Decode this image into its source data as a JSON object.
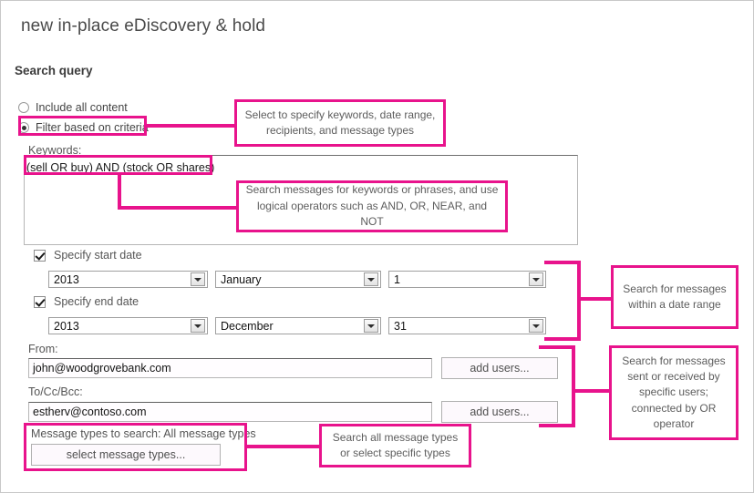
{
  "page": {
    "title": "new in-place eDiscovery & hold",
    "section_title": "Search query",
    "accent_color": "#e8138c"
  },
  "scope_options": [
    {
      "label": "Include all content",
      "selected": false
    },
    {
      "label": "Filter based on criteria",
      "selected": true
    }
  ],
  "keywords": {
    "label": "Keywords:",
    "value": "(sell OR buy) AND (stock OR shares)"
  },
  "start_date": {
    "checkbox_label": "Specify start date",
    "checked": true,
    "year": "2013",
    "month": "January",
    "day": "1"
  },
  "end_date": {
    "checkbox_label": "Specify end date",
    "checked": true,
    "year": "2013",
    "month": "December",
    "day": "31"
  },
  "from": {
    "label": "From:",
    "value": "john@woodgrovebank.com",
    "button_label": "add users..."
  },
  "to_cc_bcc": {
    "label": "To/Cc/Bcc:",
    "value": "estherv@contoso.com",
    "button_label": "add users..."
  },
  "message_types": {
    "label": "Message types to search:  All message types",
    "button_label": "select message types..."
  },
  "annotations": [
    {
      "id": "scope",
      "text": "Select to specify keywords, date range, recipients, and message types"
    },
    {
      "id": "keywords",
      "text": "Search messages for keywords or phrases, and use logical operators such as AND, OR, NEAR, and NOT"
    },
    {
      "id": "dates",
      "text": "Search for messages within a date range"
    },
    {
      "id": "recipients",
      "text": "Search for messages sent or received by specific users; connected by OR operator"
    },
    {
      "id": "msgtypes",
      "text": "Search all message types or select specific types"
    }
  ]
}
